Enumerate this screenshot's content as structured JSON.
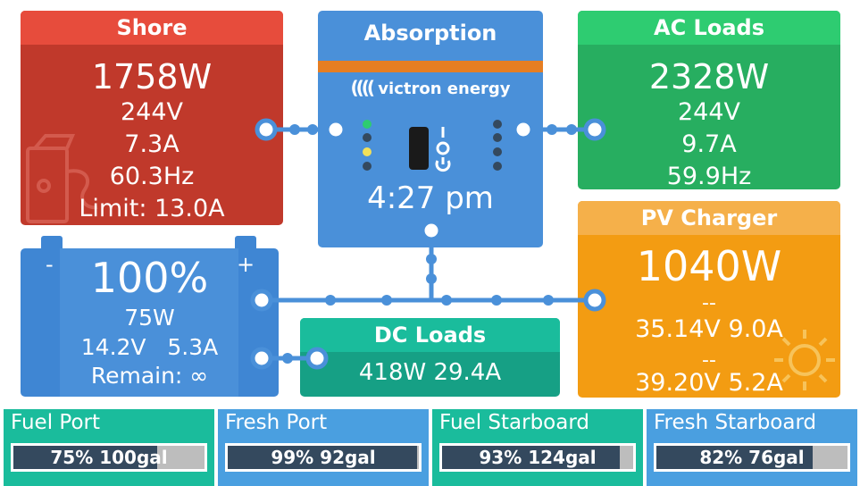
{
  "shore": {
    "title": "Shore",
    "power": "1758W",
    "voltage": "244V",
    "current": "7.3A",
    "frequency": "60.3Hz",
    "limit": "Limit: 13.0A",
    "icon": "shore-power-plug-icon"
  },
  "inverter": {
    "state": "Absorption",
    "brand": "victron energy",
    "time": "4:27 pm",
    "icons": [
      "status-led-icon",
      "power-switch-icon"
    ]
  },
  "ac_loads": {
    "title": "AC Loads",
    "power": "2328W",
    "voltage": "244V",
    "current": "9.7A",
    "frequency": "59.9Hz"
  },
  "pv_charger": {
    "title": "PV Charger",
    "power": "1040W",
    "tracker1_dash": "--",
    "tracker1": "35.14V 9.0A",
    "tracker2_dash": "--",
    "tracker2": "39.20V 5.2A",
    "icon": "sun-icon"
  },
  "battery": {
    "minus": "-",
    "plus": "+",
    "soc": "100%",
    "power": "75W",
    "voltage_current": "14.2V   5.3A",
    "remain": "Remain: ∞"
  },
  "dc_loads": {
    "title": "DC Loads",
    "value": "418W 29.4A"
  },
  "tanks": [
    {
      "name": "Fuel Port",
      "level": "75% 100gal",
      "fill": 0.75,
      "color": "#1abc9c"
    },
    {
      "name": "Fresh Port",
      "level": "99% 92gal",
      "fill": 0.99,
      "color": "#4a9fe0"
    },
    {
      "name": "Fuel Starboard",
      "level": "93% 124gal",
      "fill": 0.93,
      "color": "#1abc9c"
    },
    {
      "name": "Fresh Starboard",
      "level": "82% 76gal",
      "fill": 0.82,
      "color": "#4a9fe0"
    }
  ],
  "colors": {
    "shore": "#c0392b",
    "inverter": "#4a90d9",
    "ac_loads": "#27ae60",
    "pv_charger": "#f39c12",
    "battery": "#4a90d9",
    "dc_loads": "#16a085",
    "connector": "#4a90d9"
  }
}
